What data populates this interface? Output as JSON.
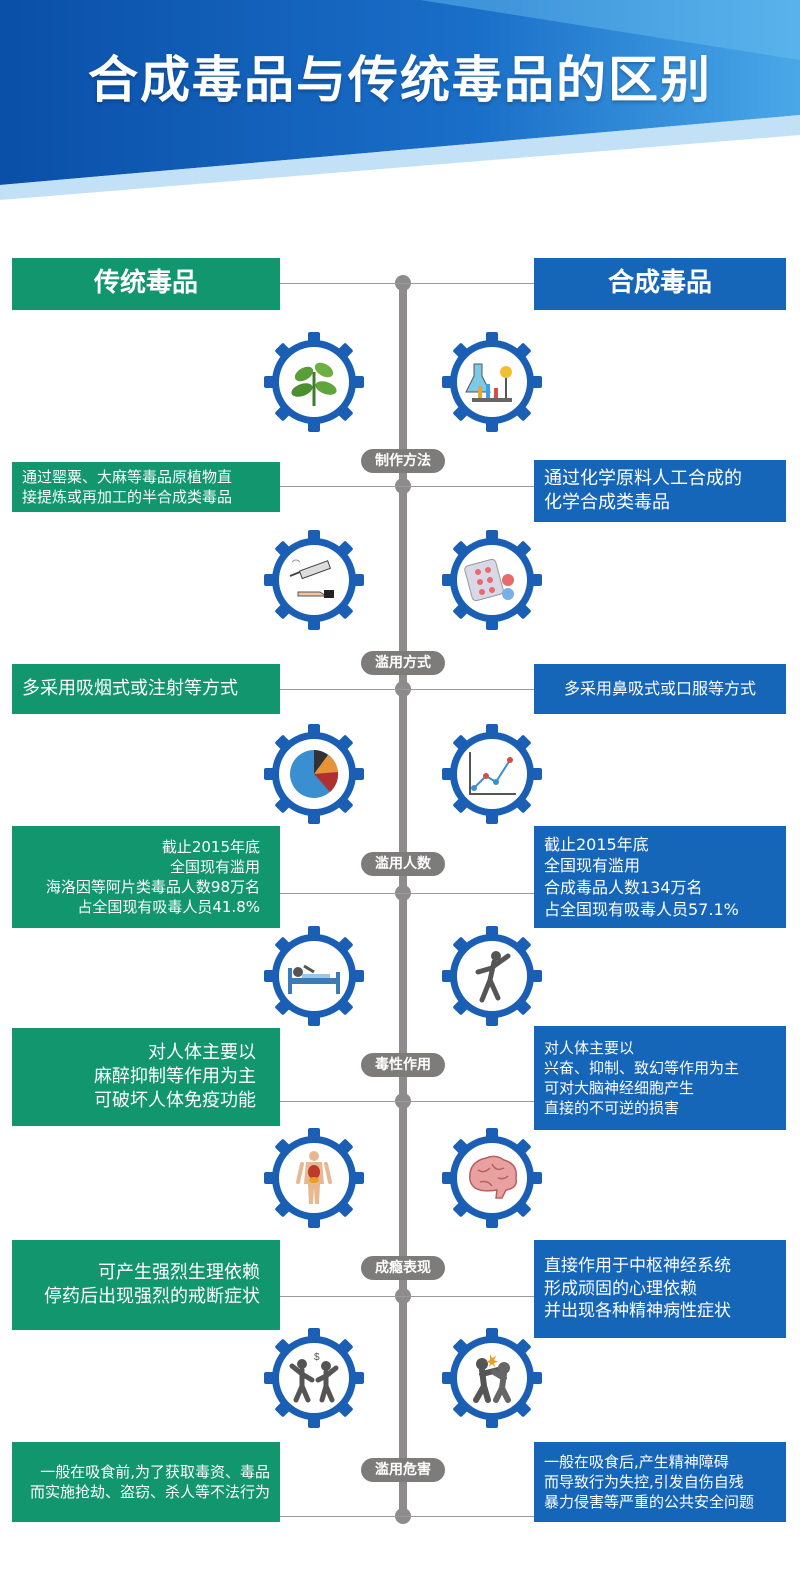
{
  "page": {
    "title": "合成毒品与传统毒品的区别"
  },
  "columns": {
    "left_title": "传统毒品",
    "right_title": "合成毒品"
  },
  "colors": {
    "traditional": "#12966e",
    "synthetic": "#1565b8",
    "axis": "#8d8b8b",
    "header_blue": "#0b5bb5"
  },
  "sections": [
    {
      "label": "制作方法",
      "left_icon": "plant-icon",
      "right_icon": "lab-equipment-icon",
      "left_lines": [
        "通过罂粟、大麻等毒品原植物直",
        "接提炼或再加工的半合成类毒品"
      ],
      "right_lines": [
        "通过化学原料人工合成的",
        "化学合成类毒品"
      ]
    },
    {
      "label": "滥用方式",
      "left_icon": "syringe-cigarette-icon",
      "right_icon": "pills-icon",
      "left_lines": [
        "多采用吸烟式或注射等方式"
      ],
      "right_lines": [
        "多采用鼻吸式或口服等方式"
      ]
    },
    {
      "label": "滥用人数",
      "left_icon": "pie-chart-icon",
      "right_icon": "line-chart-icon",
      "left_lines": [
        "截止2015年底",
        "全国现有滥用",
        "海洛因等阿片类毒品人数98万名",
        "占全国现有吸毒人员41.8%"
      ],
      "right_lines": [
        "截止2015年底",
        "全国现有滥用",
        "合成毒品人数134万名",
        "占全国现有吸毒人员57.1%"
      ]
    },
    {
      "label": "毒性作用",
      "left_icon": "patient-bed-icon",
      "right_icon": "dancing-person-icon",
      "left_lines": [
        "对人体主要以",
        "麻醉抑制等作用为主",
        "可破坏人体免疫功能"
      ],
      "right_lines": [
        "对人体主要以",
        "兴奋、抑制、致幻等作用为主",
        "可对大脑神经细胞产生",
        "直接的不可逆的损害"
      ]
    },
    {
      "label": "成瘾表现",
      "left_icon": "human-body-organs-icon",
      "right_icon": "brain-icon",
      "left_lines": [
        "可产生强烈生理依赖",
        "停药后出现强烈的戒断症状"
      ],
      "right_lines": [
        "直接作用于中枢神经系统",
        "形成顽固的心理依赖",
        "并出现各种精神病性症状"
      ]
    },
    {
      "label": "滥用危害",
      "left_icon": "robbery-icon",
      "right_icon": "fighting-icon",
      "left_lines": [
        "一般在吸食前,为了获取毒资、毒品",
        "而实施抢劫、盗窃、杀人等不法行为"
      ],
      "right_lines": [
        "一般在吸食后,产生精神障碍",
        "而导致行为失控,引发自伤自残",
        "暴力侵害等严重的公共安全问题"
      ]
    }
  ]
}
